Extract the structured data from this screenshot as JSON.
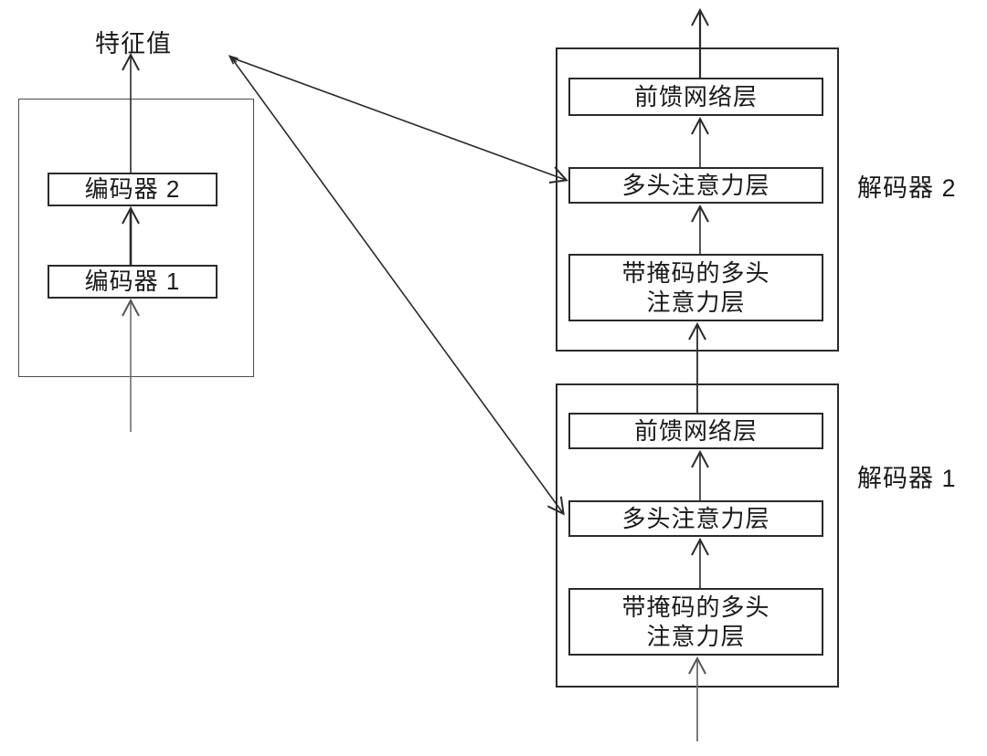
{
  "feature_label": "特征值",
  "encoder": {
    "box2": "编码器 2",
    "box1": "编码器 1"
  },
  "decoder2": {
    "label": "解码器 2",
    "ffn": "前馈网络层",
    "mha": "多头注意力层",
    "masked": "带掩码的多头\n注意力层"
  },
  "decoder1": {
    "label": "解码器 1",
    "ffn": "前馈网络层",
    "mha": "多头注意力层",
    "masked": "带掩码的多头\n注意力层"
  },
  "colors": {
    "line": "#2a2a2a",
    "input_line": "#6e6e6e",
    "box_border": "#2a2a2a",
    "text": "#1a1a1a",
    "background": "#ffffff"
  }
}
